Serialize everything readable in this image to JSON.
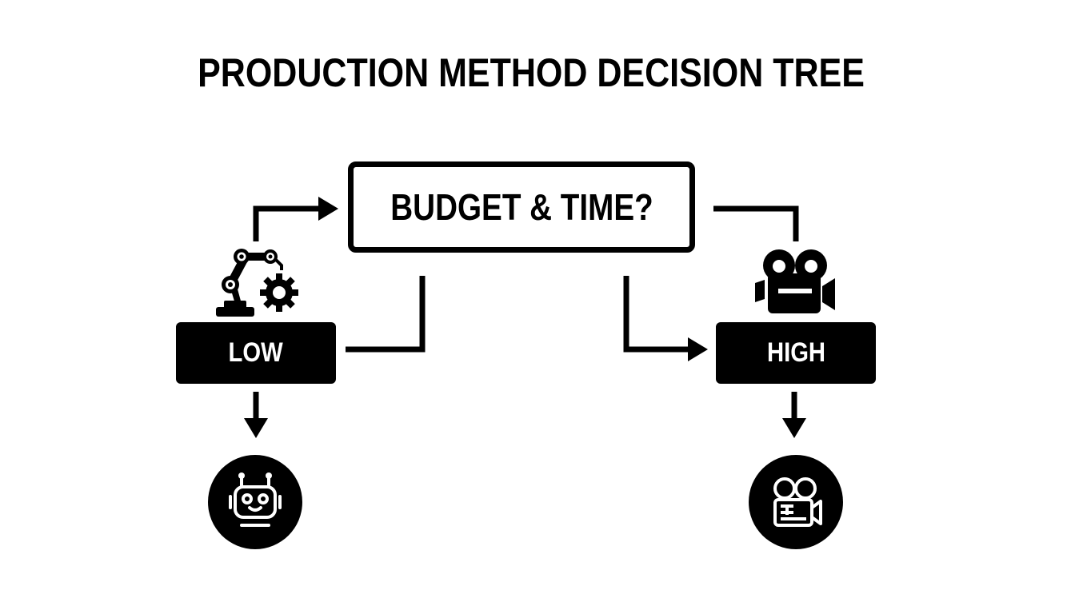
{
  "title": "PRODUCTION METHOD DECISION TREE",
  "decision": {
    "question": "BUDGET & TIME?"
  },
  "outcomes": {
    "low": {
      "label": "LOW",
      "top_icon": "robot-arm-gear-icon",
      "result_icon": "robot-face-icon"
    },
    "high": {
      "label": "HIGH",
      "top_icon": "film-camera-icon",
      "result_icon": "film-camera-outline-icon"
    }
  },
  "colors": {
    "foreground": "#000000",
    "background": "#ffffff",
    "label_text": "#ffffff"
  }
}
